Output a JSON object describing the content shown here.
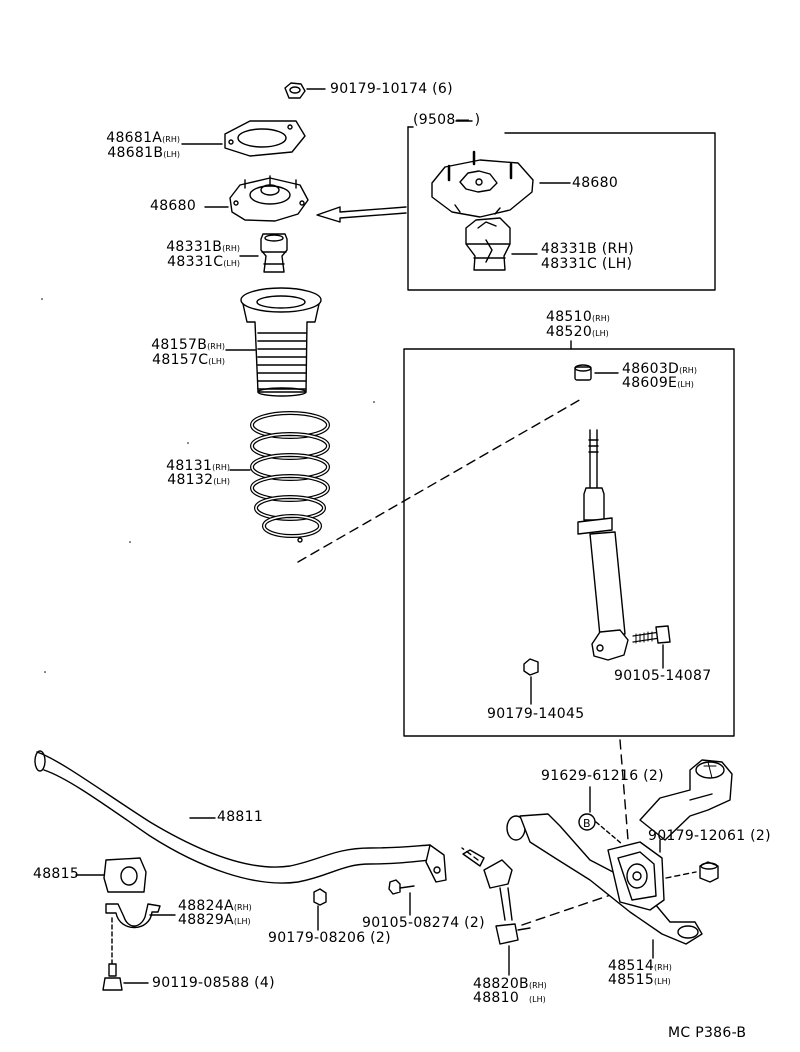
{
  "parts": {
    "nut_top": "90179-10174 (6)",
    "insulator_a_rh": "48681A",
    "insulator_b_lh": "48681B",
    "support_left": "48680",
    "bound_b": "48331B",
    "bound_c": "48331C",
    "boot_b": "48157B",
    "boot_c": "48157C",
    "spring_rh": "48131",
    "spring_lh": "48132",
    "box_period": "(9508—      )",
    "support_box": "48680",
    "bound_box_b": "48331B (RH)",
    "bound_box_c": "48331C (LH)",
    "absorber_rh": "48510",
    "absorber_lh": "48520",
    "cushion_d": "48603D",
    "cushion_e": "48609E",
    "bolt_absorber": "90105-14087",
    "nut_absorber": "90179-14045",
    "stabilizer_bar": "48811",
    "stabilizer_bushing": "48815",
    "bracket_a": "48824A",
    "bracket_lh": "48829A",
    "bolt_bracket": "90119-08588 (4)",
    "nut_link": "90179-08206 (2)",
    "bolt_link": "90105-08274 (2)",
    "link_rh": "48820B",
    "link_lh": "48810",
    "bolt_arm": "91629-61216 (2)",
    "nut_arm": "90179-12061 (2)",
    "arm_rh": "48514",
    "arm_lh": "48515",
    "ref_code": "MC  P386-B"
  },
  "suffix": {
    "rh": "(RH)",
    "lh": "(LH)"
  }
}
